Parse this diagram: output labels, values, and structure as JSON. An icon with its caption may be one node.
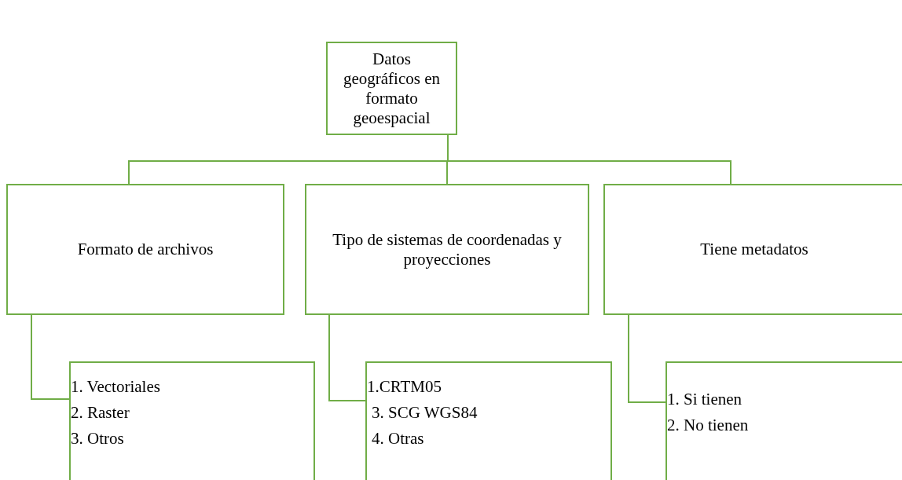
{
  "diagram": {
    "nodes": [
      {
        "text": [
          "Datos geográficos en formato geoespacial"
        ]
      },
      {
        "text": [
          "Formato de archivos"
        ]
      },
      {
        "text": [
          "Tipo de sistemas de coordenadas y proyecciones"
        ]
      },
      {
        "text": [
          "Tiene metadatos"
        ]
      },
      {
        "text": [
          "1. Vectoriales",
          "2. Raster",
          "3. Otros"
        ]
      },
      {
        "text": [
          "1.CRTM05",
          "3. SCG WGS84",
          "4. Otras"
        ]
      },
      {
        "text": [
          "1. Si tienen",
          "2. No tienen"
        ]
      }
    ],
    "edges": [
      {
        "from": 0,
        "to": 1,
        "arrow": "none"
      },
      {
        "from": 0,
        "to": 2,
        "arrow": "none"
      },
      {
        "from": 0,
        "to": 3,
        "arrow": "none"
      },
      {
        "from": 1,
        "to": 4,
        "arrow": "none"
      },
      {
        "from": 2,
        "to": 5,
        "arrow": "none"
      },
      {
        "from": 3,
        "to": 6,
        "arrow": "none"
      }
    ]
  }
}
